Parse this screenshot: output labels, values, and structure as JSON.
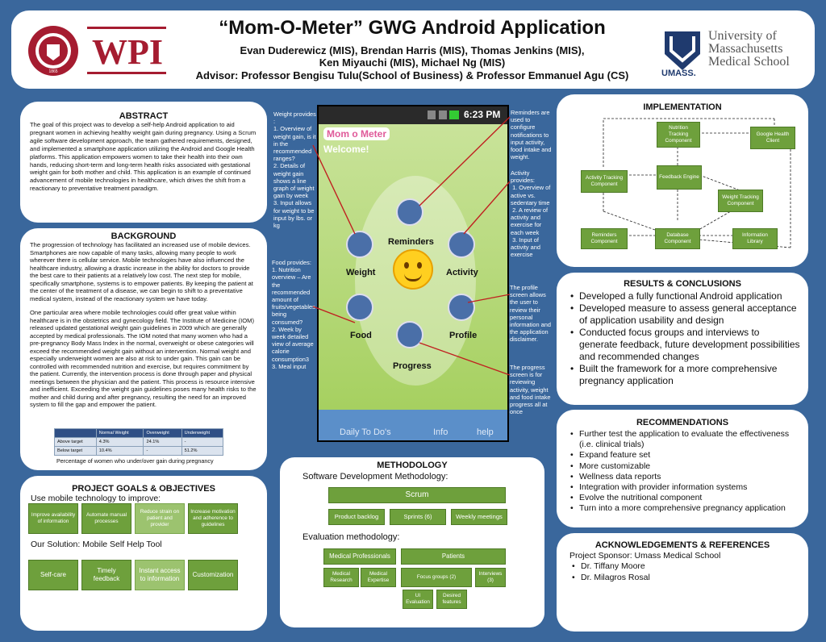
{
  "header": {
    "title": "“Mom-O-Meter” GWG Android Application",
    "authors1": "Evan Duderewicz (MIS), Brendan Harris (MIS), Thomas Jenkins (MIS),",
    "authors2": "Ken Miyauchi (MIS), Michael Ng (MIS)",
    "advisor": "Advisor: Professor Bengisu Tulu(School of Business) & Professor Emmanuel Agu (CS)",
    "wpi_logo": "WPI",
    "wpi_seal_text": "WORCESTER POLYTECHNIC INSTITUTE",
    "wpi_seal_year": "1865",
    "umass_line1": "University of",
    "umass_line2": "Massachusetts",
    "umass_line3": "Medical School",
    "umass_word": "UMASS."
  },
  "abstract": {
    "title": "ABSTRACT",
    "text": "The goal of this project was to develop a self-help Android application to aid pregnant women in achieving healthy weight gain during pregnancy. Using a Scrum agile software development approach, the team gathered requirements, designed, and implemented a smartphone application utilizing the Android and Google Health platforms.  This application empowers women to take their health into their own hands, reducing short-term and long-term health risks associated with gestational weight gain for both mother and child. This application is an example of continued advancement of mobile technologies in healthcare, which drives the shift from a reactionary to preventative treatment paradigm."
  },
  "background": {
    "title": "BACKGROUND",
    "p1": " The progression of technology has facilitated an increased use of mobile devices.  Smartphones are now capable of many tasks, allowing many people to work wherever there is cellular service. Mobile technologies have also influenced the healthcare industry, allowing a drastic increase in the ability for doctors to provide the best care to their patients at a relatively low cost.  The next step for mobile, specifically smartphone, systems is to empower patients.  By keeping the patient at the center of the treatment of a disease, we can begin to shift to a preventative medical system, instead of the reactionary system we have today.",
    "p2": "One particular area where mobile technologies could offer great value within healthcare is in the obstetrics and gynecology field.  The Institute of Medicine (IOM) released updated gestational weight gain guidelines in 2009 which are generally accepted by medical professionals. The IOM noted that many women who had a pre-pregnancy Body Mass Index in the normal, overweight or obese categories will exceed the recommended weight gain without an intervention. Normal weight and especially underweight women are also at risk to under gain.  This gain can be controlled with recommended nutrition and exercise, but requires commitment by the patient.  Currently, the intervention process is done through paper and physical meetings between the physician and the patient.  This process is resource intensive and inefficient. Exceeding the weight gain guidelines  poses many health risks to the mother and child during and after pregnancy, resulting the need for an improved system to fill the gap and empower the patient.",
    "table": {
      "headers": [
        "",
        "Normal Weight",
        "Overweight",
        "Underweight"
      ],
      "rows": [
        [
          "Above target",
          "4.3%",
          "24.1%",
          "-"
        ],
        [
          "Below target",
          "10.4%",
          "-",
          "51.2%"
        ]
      ]
    },
    "caption": "Percentage of women who under/over gain during pregnancy"
  },
  "goals": {
    "title": "PROJECT GOALS & OBJECTIVES",
    "sub1": "Use mobile technology to improve:",
    "boxes1": [
      "Improve availability of information",
      "Automate manual processes",
      "Reduce strain on patient and provider",
      "Increase motivation and adherence to guidelines"
    ],
    "sub2": "Our Solution: Mobile Self Help Tool",
    "boxes2": [
      "Self-care",
      "Timely feedback",
      "Instant  access to information",
      "Customization"
    ]
  },
  "phone": {
    "time": "6:23 PM",
    "brand": "Mom o Meter",
    "welcome": "Welcome!",
    "items": [
      "Reminders",
      "Weight",
      "Activity",
      "Food",
      "Profile",
      "Progress"
    ],
    "bottom": [
      "Daily To Do's",
      "Info",
      "help"
    ]
  },
  "notes": {
    "weight": "Weight provides :\n1. Overview of weight gain, is it in the recommended ranges?\n2. Details of weight gain shows a line graph of weight gain by week\n3. Input allows for weight to be input by lbs. or kg",
    "food": "Food provides:\n1. Nutrition overview – Are the recommended amount of fruits/vegetables being consumed?\n2. Week by week detailed view of average calorie consumption3\n3. Meal input",
    "reminders": "Reminders are used to configure notifications to input activity, food intake and weight.",
    "activity": "Activity provides:\n 1. Overview of active vs. sedentary time\n 2. A review of activity and exercise for each week\n 3. Input of activity and exercise",
    "profile": "The profile screen allows the user to review their personal information and the application disclaimer.",
    "progress": "The progress screen is for reviewing activity, weight and food intake progress all at once"
  },
  "implementation": {
    "title": "IMPLEMENTATION",
    "boxes": [
      "Nutrition Tracking Component",
      "Google Health Client",
      "Activity Tracking Component",
      "Feedback Engine",
      "Weight Tracking Component",
      "Reminders Component",
      "Database Component",
      "Information Library"
    ]
  },
  "results": {
    "title": "RESULTS & CONCLUSIONS",
    "items": [
      "Developed a fully functional Android application",
      "Developed measure to assess general acceptance of application usability and design",
      "Conducted focus groups and interviews to generate feedback, future development possibilities and recommended changes",
      "Built the framework for a more comprehensive pregnancy application"
    ]
  },
  "recommendations": {
    "title": "RECOMMENDATIONS",
    "items": [
      "Further test the application to evaluate the effectiveness (i.e. clinical trials)",
      "Expand feature set",
      "More customizable",
      "Wellness data reports",
      "Integration with provider information systems",
      "Evolve the nutritional component",
      "Turn into a more comprehensive pregnancy application"
    ]
  },
  "ack": {
    "title": "ACKNOWLEDGEMENTS & REFERENCES",
    "sponsor": "Project Sponsor: Umass Medical School",
    "items": [
      "Dr. Tiffany Moore",
      "Dr. Milagros Rosal"
    ]
  },
  "methodology": {
    "title": "METHODOLOGY",
    "sub1": "Software Development Methodology:",
    "scrum": "Scrum",
    "scrum_items": [
      "Product backlog",
      "Sprints (6)",
      "Weekly meetings"
    ],
    "sub2": "Evaluation methodology:",
    "med_prof": "Medical Professionals",
    "patients": "Patients",
    "med_items": [
      "Medical Research",
      "Medical Expertise"
    ],
    "focus": "Focus groups (2)",
    "interviews": "Interviews (3)",
    "focus_items": [
      "UI Evaluation",
      "Desired features"
    ]
  }
}
